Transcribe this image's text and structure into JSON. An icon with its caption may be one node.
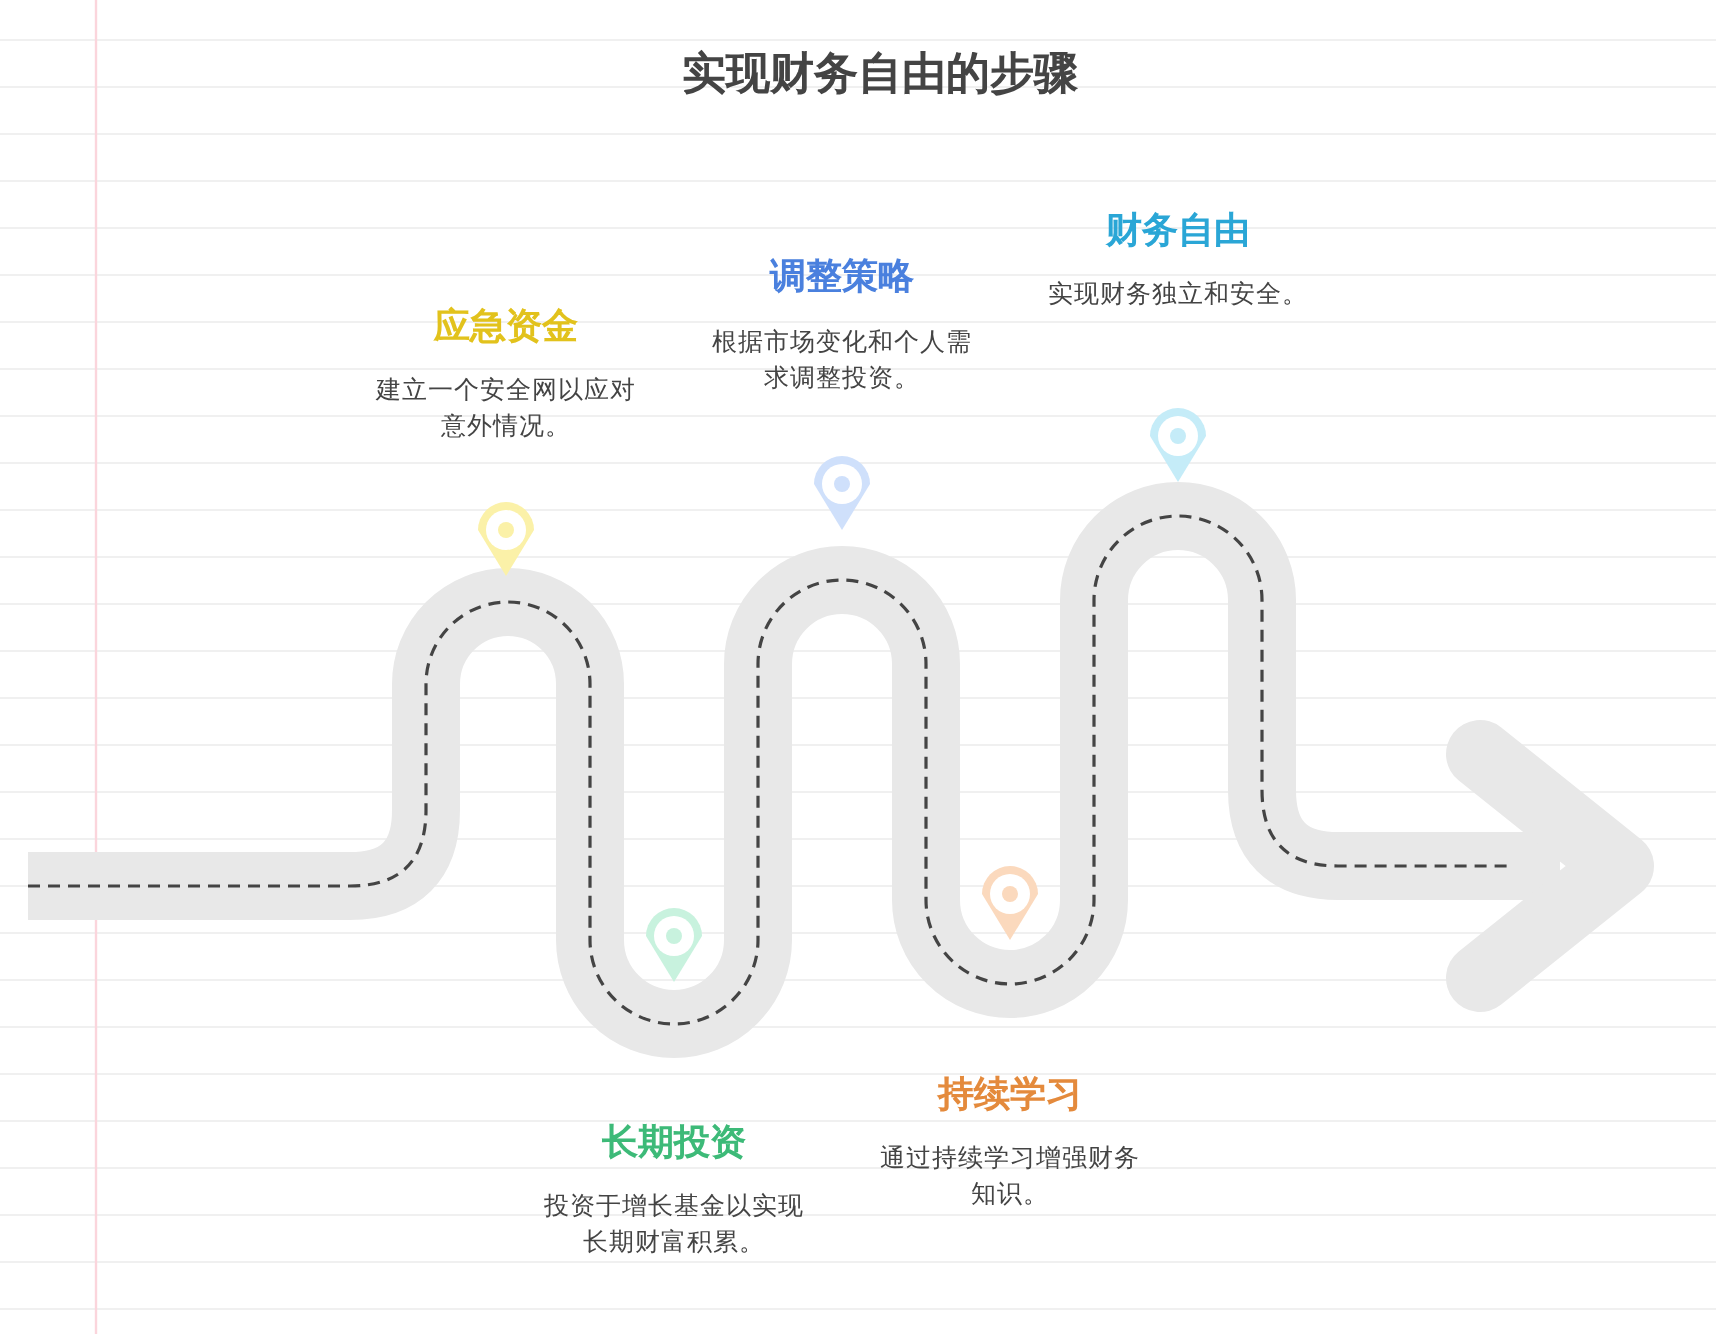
{
  "diagram": {
    "title": "实现财务自由的步骤",
    "labels": [
      "应急资金",
      "建立一个安全网以应对意外情况。",
      "长期投资",
      "投资于增长基金以实现长期财富积累。",
      "调整策略",
      "根据市场变化和个人需求调整投资。",
      "持续学习",
      "通过持续学习增强财务知识。",
      "财务自由",
      "实现财务独立和安全。"
    ]
  }
}
